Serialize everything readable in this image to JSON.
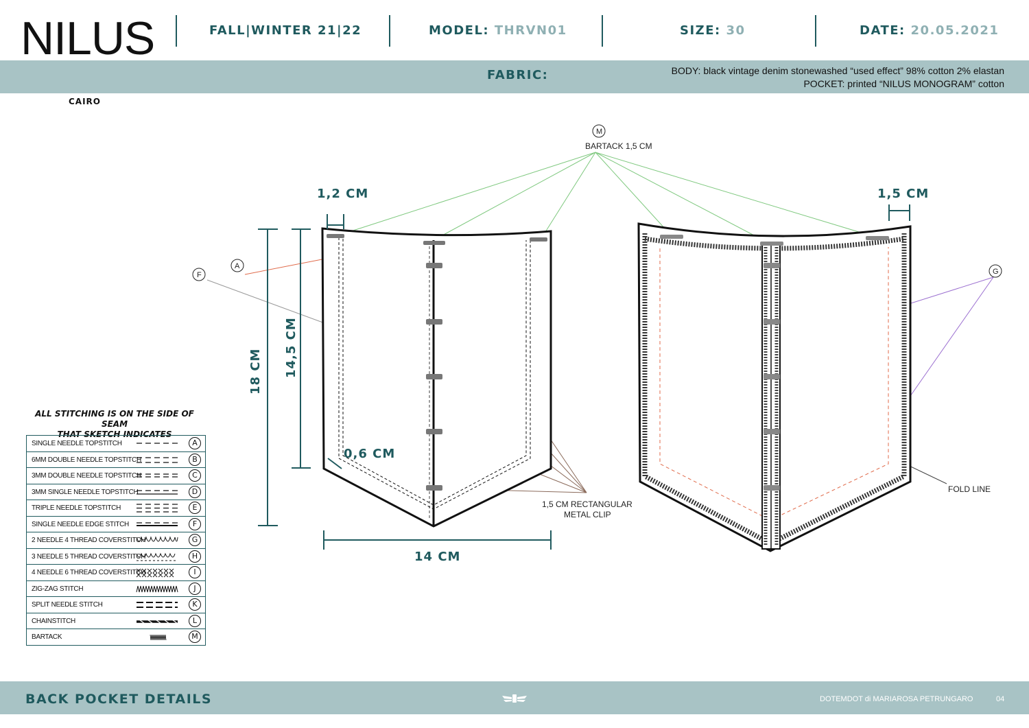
{
  "header": {
    "brand": "NILUS",
    "brand_city": "CAIRO",
    "season": "FALL|WINTER 21|22",
    "model_label": "MODEL:",
    "model_value": "THRVN01",
    "size_label": "SIZE:",
    "size_value": "30",
    "date_label": "DATE:",
    "date_value": "20.05.2021"
  },
  "fabric": {
    "label": "FABRIC:",
    "body": "BODY: black vintage denim stonewashed “used effect” 98% cotton 2% elastan",
    "pocket": "POCKET: printed “NILUS MONOGRAM” cotton"
  },
  "dimensions": {
    "top_margin_left": "1,2 CM",
    "top_margin_right": "1,5 CM",
    "height_total": "18 CM",
    "height_side": "14,5 CM",
    "stitch_gap": "0,6 CM",
    "width": "14 CM"
  },
  "callouts": {
    "bartack": "BARTACK 1,5 CM",
    "clip_line1": "1,5 CM RECTANGULAR",
    "clip_line2": "METAL CLIP",
    "fold_line": "FOLD LINE",
    "code_a": "A",
    "code_f": "F",
    "code_g": "G",
    "code_m": "M"
  },
  "legend": {
    "note_line1": "ALL STITCHING IS ON THE SIDE OF SEAM",
    "note_line2": "THAT SKETCH INDICATES",
    "items": [
      {
        "name": "SINGLE NEEDLE TOPSTITCH",
        "code": "A",
        "symbol": "dash1"
      },
      {
        "name": "6MM DOUBLE NEEDLE TOPSTITCH",
        "code": "B",
        "symbol": "dash2"
      },
      {
        "name": "3MM DOUBLE NEEDLE TOPSTITCH",
        "code": "C",
        "symbol": "dash2tight"
      },
      {
        "name": "3MM SINGLE NEEDLE TOPSTITCH",
        "code": "D",
        "symbol": "dashsolid"
      },
      {
        "name": "TRIPLE NEEDLE TOPSTITCH",
        "code": "E",
        "symbol": "dash3"
      },
      {
        "name": "SINGLE NEEDLE EDGE STITCH",
        "code": "F",
        "symbol": "edge"
      },
      {
        "name": "2 NEEDLE 4 THREAD COVERSTITCH",
        "code": "G",
        "symbol": "loops"
      },
      {
        "name": "3 NEEDLE 5 THREAD COVERSTITCH",
        "code": "H",
        "symbol": "loopsx"
      },
      {
        "name": "4 NEEDLE 6 THREAD COVERSTITCH",
        "code": "I",
        "symbol": "xx"
      },
      {
        "name": "ZIG-ZAG STITCH",
        "code": "J",
        "symbol": "zigzag"
      },
      {
        "name": "SPLIT NEEDLE STITCH",
        "code": "K",
        "symbol": "split"
      },
      {
        "name": "CHAINSTITCH",
        "code": "L",
        "symbol": "chain"
      },
      {
        "name": "BARTACK",
        "code": "M",
        "symbol": "bartack"
      }
    ]
  },
  "footer": {
    "title": "BACK POCKET DETAILS",
    "credit": "DOTEMDOT di MARIAROSA PETRUNGARO",
    "page": "04"
  },
  "colors": {
    "accent": "#1f5a5e",
    "accent_light": "#8fb0b3",
    "band": "#a8c3c5",
    "bartack_leader": "#7ec87e",
    "clip_leader": "#8a6a5a",
    "stitch_red": "#e06a4a",
    "coverstitch_leader": "#9b6fd0"
  }
}
